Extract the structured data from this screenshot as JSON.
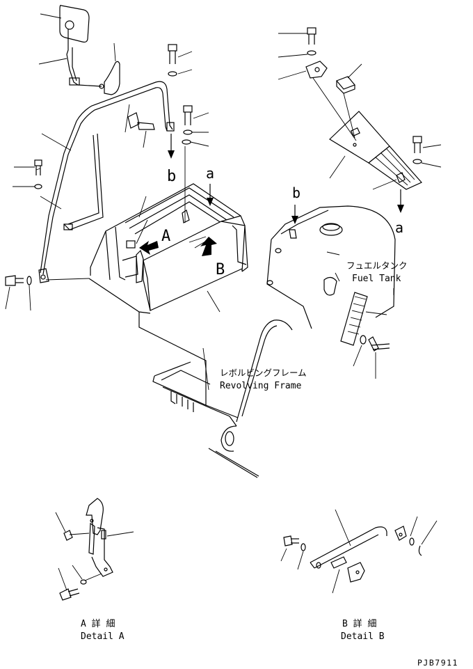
{
  "labels": {
    "fuel_tank_jp": "フュエルタンク",
    "fuel_tank_en": "Fuel Tank",
    "revolving_frame_jp": "レボルビングフレーム",
    "revolving_frame_en": "Revolving Frame",
    "detail_a_jp": "A 詳 細",
    "detail_a_en": "Detail A",
    "detail_b_jp": "B 詳 細",
    "detail_b_en": "Detail B",
    "part_code": "PJB7911"
  },
  "markers": {
    "a_top": "a",
    "b_top": "b",
    "b_right": "b",
    "a_right": "a",
    "A_view": "A",
    "B_view": "B"
  }
}
